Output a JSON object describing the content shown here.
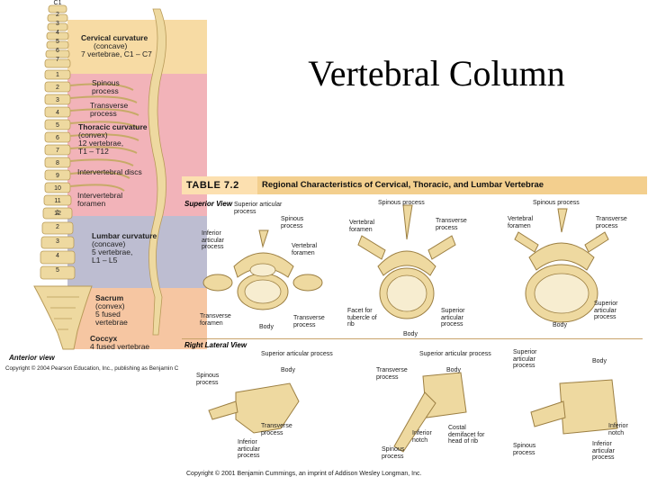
{
  "slide": {
    "title": "Vertebral Column"
  },
  "spine": {
    "top_label": "C1",
    "cervical_numbers": [
      "2",
      "3",
      "4",
      "5",
      "6",
      "7"
    ],
    "thoracic_numbers": [
      "1",
      "2",
      "3",
      "4",
      "5",
      "6",
      "7",
      "8",
      "9",
      "10",
      "11",
      "12"
    ],
    "lumbar_numbers": [
      "1",
      "2",
      "3",
      "4",
      "5"
    ],
    "labels": {
      "cervical_title": "Cervical curvature",
      "cervical_sub1": "(concave)",
      "cervical_sub2": "7 vertebrae, C1 – C7",
      "spinous": "Spinous process",
      "transverse": "Transverse process",
      "thoracic_title": "Thoracic curvature",
      "thoracic_sub1": "(convex)",
      "thoracic_sub2": "12 vertebrae,",
      "thoracic_sub3": "T1 – T12",
      "discs": "Intervertebral discs",
      "foramen": "Intervertebral foramen",
      "lumbar_title": "Lumbar curvature",
      "lumbar_sub1": "(concave)",
      "lumbar_sub2": "5 vertebrae,",
      "lumbar_sub3": "L1 – L5",
      "sacrum_title": "Sacrum",
      "sacrum_sub1": "(convex)",
      "sacrum_sub2": "5 fused",
      "sacrum_sub3": "vertebrae",
      "coccyx_title": "Coccyx",
      "coccyx_sub": "4 fused vertebrae"
    },
    "view": "Anterior view",
    "copyright": "Copyright © 2004 Pearson Education, Inc., publishing as Benjamin C"
  },
  "table": {
    "number": "TABLE 7.2",
    "title": "Regional Characteristics of Cervical, Thoracic, and Lumbar Vertebrae",
    "superior_view": "Superior View",
    "lateral_view": "Right Lateral View",
    "sup_labels": {
      "c_sup_art": "Superior articular process",
      "c_inf_art": "Inferior articular process",
      "c_spinous": "Spinous process",
      "c_vert_for": "Vertebral foramen",
      "c_transverse": "Transverse foramen",
      "c_body": "Body",
      "c_trans_proc": "Transverse process",
      "t_spinous": "Spinous process",
      "t_vert_for": "Vertebral foramen",
      "t_transverse": "Transverse process",
      "t_facet": "Facet for tubercle of rib",
      "t_sup_art": "Superior articular process",
      "t_body": "Body",
      "l_spinous": "Spinous process",
      "l_vert_for": "Vertebral foramen",
      "l_transverse": "Transverse process",
      "l_sup_art": "Superior articular process",
      "l_body": "Body"
    },
    "lat_labels": {
      "c_sup_art": "Superior articular process",
      "c_body": "Body",
      "c_spinous": "Spinous process",
      "c_transverse": "Transverse process",
      "c_inf_art": "Inferior articular process",
      "t_sup_art": "Superior articular process",
      "t_transverse": "Transverse process",
      "t_body": "Body",
      "t_inf_notch": "Inferior notch",
      "t_spinous": "Spinous process",
      "t_costal": "Costal demifacet for head of rib",
      "l_sup_art": "Superior articular process",
      "l_body": "Body",
      "l_inf_notch": "Inferior notch",
      "l_spinous": "Spinous process",
      "l_inf_art": "Inferior articular process"
    },
    "copyright": "Copyright © 2001 Benjamin Cummings, an imprint of Addison Wesley Longman, Inc."
  },
  "colors": {
    "bone": "#eed9a0",
    "bone_dark": "#b89a58",
    "cervical": "#f7dba4",
    "thoracic": "#f2b3b9",
    "lumbar": "#bdbdd1",
    "sacrum": "#f6c6a2"
  }
}
